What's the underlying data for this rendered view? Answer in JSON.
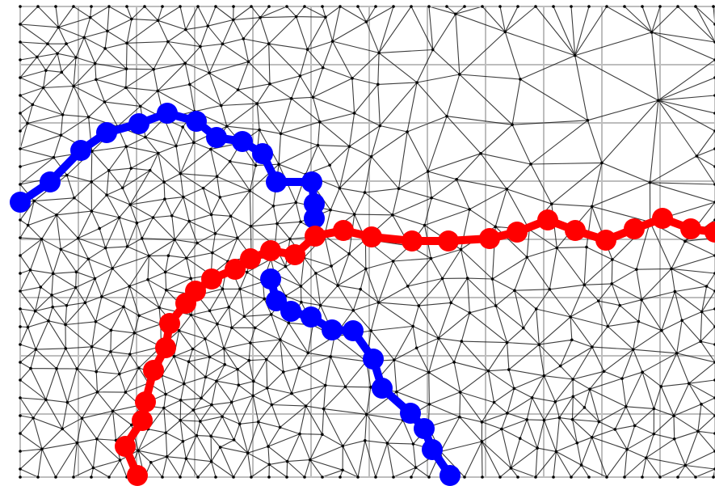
{
  "figure": {
    "description_shown_text": "",
    "colors": {
      "background": "#ffffff",
      "grid_line": "#bdbdbd",
      "mesh_line": "#1a1a1a",
      "mesh_node": "#000000",
      "path_blue": "#0000ff",
      "path_red": "#ff0000"
    },
    "paths": [
      {
        "color": "path_blue",
        "node_count": 15
      },
      {
        "color": "path_blue",
        "node_count": 13
      },
      {
        "color": "path_red",
        "node_count": 28
      }
    ]
  }
}
